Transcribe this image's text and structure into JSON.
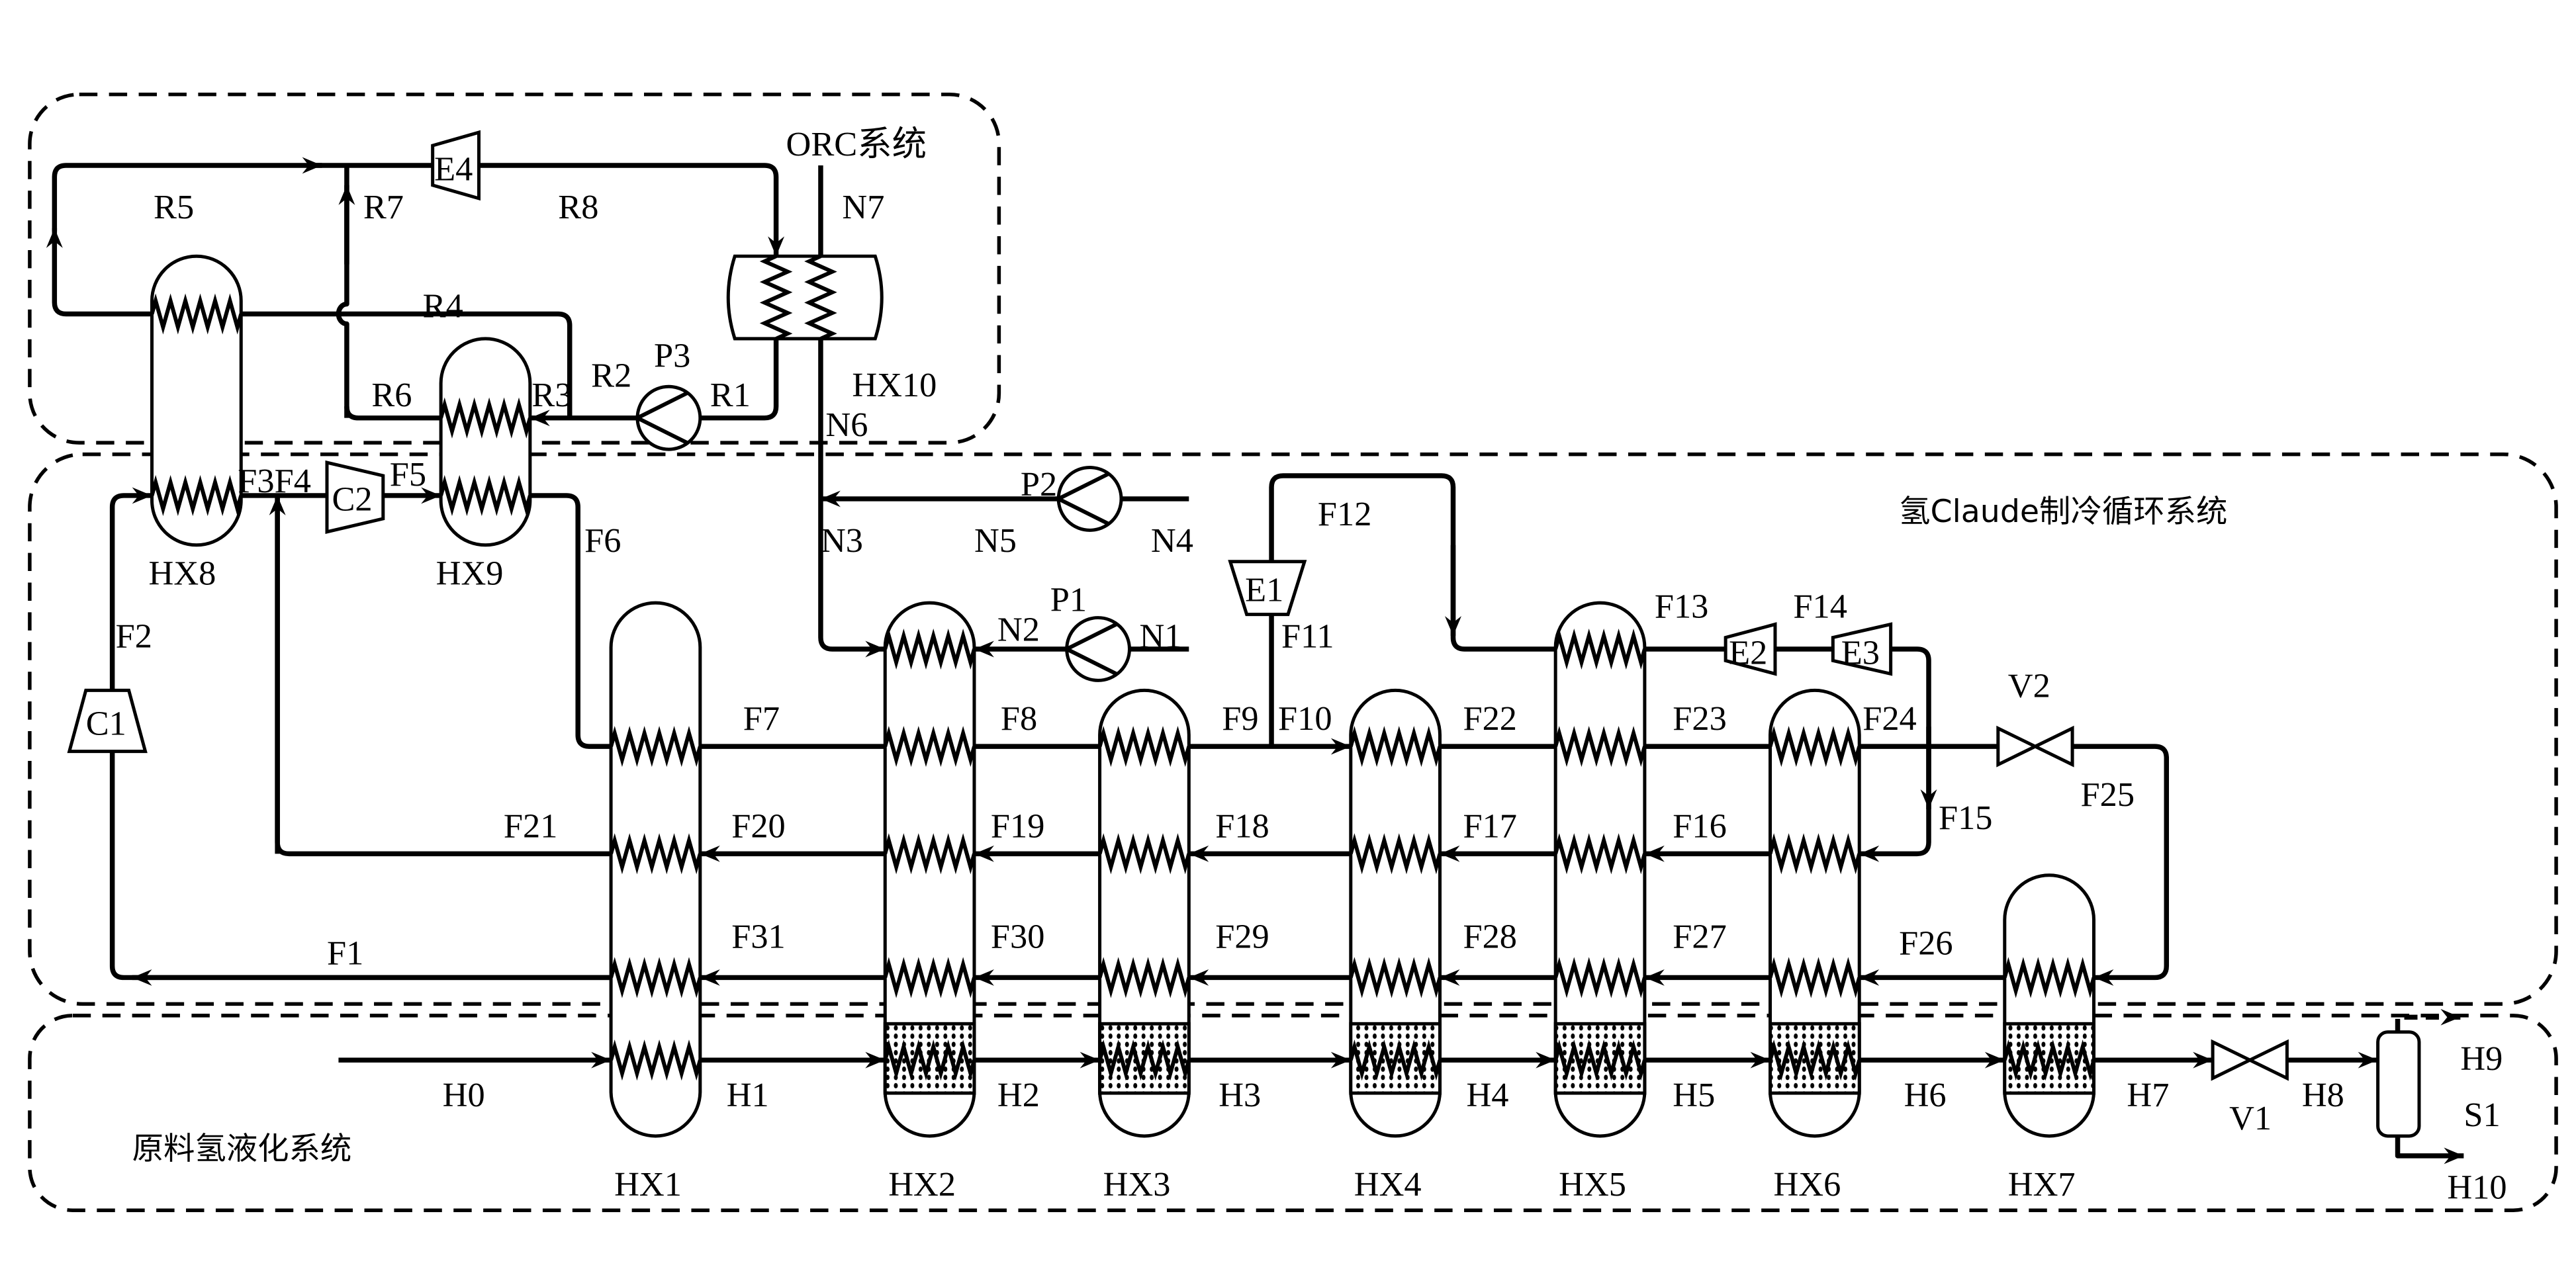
{
  "systems": {
    "orc": "ORC系统",
    "claude": "氢Claude制冷循环系统",
    "feed": "原料氢液化系统"
  },
  "equipment": {
    "HX1": "HX1",
    "HX2": "HX2",
    "HX3": "HX3",
    "HX4": "HX4",
    "HX5": "HX5",
    "HX6": "HX6",
    "HX7": "HX7",
    "HX8": "HX8",
    "HX9": "HX9",
    "HX10": "HX10",
    "C1": "C1",
    "C2": "C2",
    "E1": "E1",
    "E2": "E2",
    "E3": "E3",
    "E4": "E4",
    "P1": "P1",
    "P2": "P2",
    "P3": "P3",
    "V1": "V1",
    "V2": "V2",
    "S1": "S1"
  },
  "streams": {
    "R1": "R1",
    "R2": "R2",
    "R3": "R3",
    "R4": "R4",
    "R5": "R5",
    "R6": "R6",
    "R7": "R7",
    "R8": "R8",
    "N1": "N1",
    "N2": "N2",
    "N3": "N3",
    "N4": "N4",
    "N5": "N5",
    "N6": "N6",
    "N7": "N7",
    "F1": "F1",
    "F2": "F2",
    "F3F4": "F3F4",
    "F5": "F5",
    "F6": "F6",
    "F7": "F7",
    "F8": "F8",
    "F9": "F9",
    "F10": "F10",
    "F11": "F11",
    "F12": "F12",
    "F13": "F13",
    "F14": "F14",
    "F15": "F15",
    "F16": "F16",
    "F17": "F17",
    "F18": "F18",
    "F19": "F19",
    "F20": "F20",
    "F21": "F21",
    "F22": "F22",
    "F23": "F23",
    "F24": "F24",
    "F25": "F25",
    "F26": "F26",
    "F27": "F27",
    "F28": "F28",
    "F29": "F29",
    "F30": "F30",
    "F31": "F31",
    "H0": "H0",
    "H1": "H1",
    "H2": "H2",
    "H3": "H3",
    "H4": "H4",
    "H5": "H5",
    "H6": "H6",
    "H7": "H7",
    "H8": "H8",
    "H9": "H9",
    "H10": "H10"
  },
  "colors": {
    "line": "#000000",
    "background": "#ffffff"
  }
}
